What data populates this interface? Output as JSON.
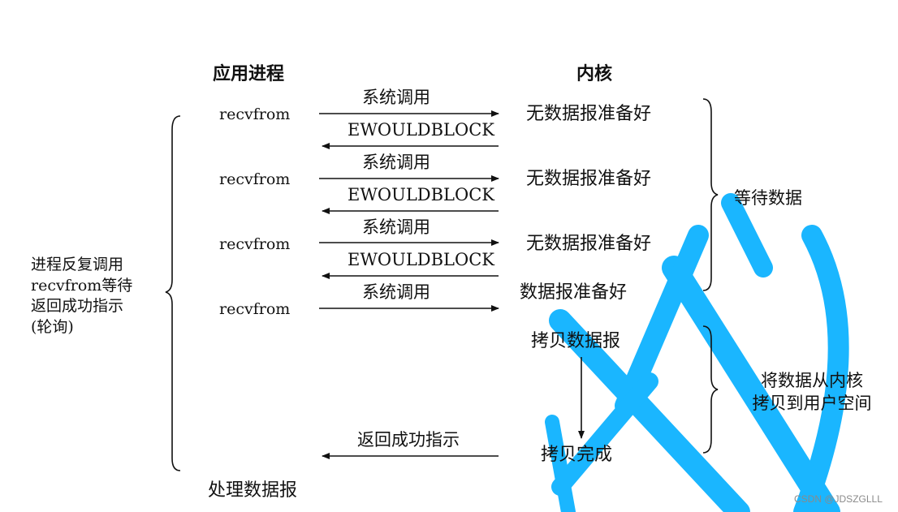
{
  "headers": {
    "app_process": "应用进程",
    "kernel": "内核"
  },
  "rows": [
    {
      "call": "recvfrom",
      "syscall_label": "系统调用",
      "kernel_state": "无数据报准备好",
      "return_label": "EWOULDBLOCK"
    },
    {
      "call": "recvfrom",
      "syscall_label": "系统调用",
      "kernel_state": "无数据报准备好",
      "return_label": "EWOULDBLOCK"
    },
    {
      "call": "recvfrom",
      "syscall_label": "系统调用",
      "kernel_state": "无数据报准备好",
      "return_label": "EWOULDBLOCK"
    },
    {
      "call": "recvfrom",
      "syscall_label": "系统调用",
      "kernel_state": "数据报准备好"
    }
  ],
  "copy_start": "拷贝数据报",
  "copy_done": "拷贝完成",
  "return_success": "返回成功指示",
  "process_datagram": "处理数据报",
  "left_note": [
    "进程反复调用",
    "recvfrom等待",
    "返回成功指示",
    "(轮询)"
  ],
  "wait_data": "等待数据",
  "copy_note": [
    "将数据从内核",
    "拷贝到用户空间"
  ],
  "watermark": "CSDN @JDSZGLLL",
  "colors": {
    "ink": "#111111",
    "overlay": "#1ab6ff"
  }
}
